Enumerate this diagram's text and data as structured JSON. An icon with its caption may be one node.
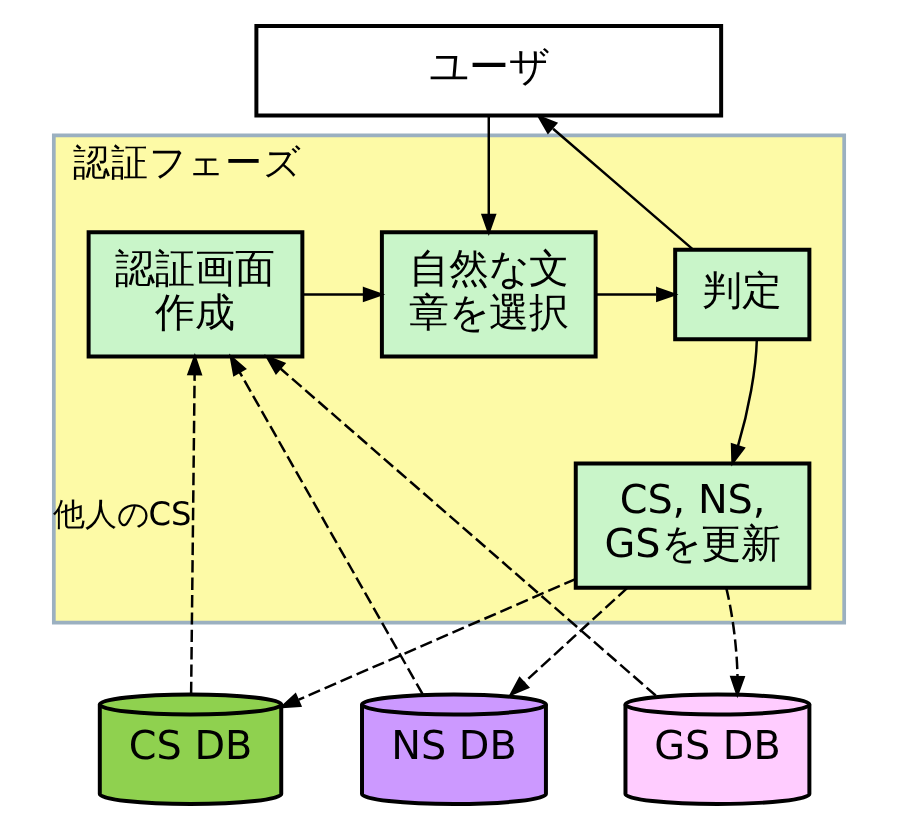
{
  "diagram": {
    "nodes": [
      {
        "text": [
          "ユーザ"
        ]
      },
      {
        "text": [
          "認証フェーズ"
        ]
      },
      {
        "text": [
          "認証画面作成"
        ],
        "in": 1
      },
      {
        "text": [
          "自然な文章を選択"
        ],
        "in": 1
      },
      {
        "text": [
          "判定"
        ],
        "in": 1
      },
      {
        "text": [
          "CS, NS, GSを更新"
        ],
        "in": 1
      },
      {
        "text": [
          "CS DB"
        ]
      },
      {
        "text": [
          "NS DB"
        ]
      },
      {
        "text": [
          "GS DB"
        ]
      }
    ],
    "edges": [
      {
        "from": 0,
        "to": 3,
        "arrow": "to"
      },
      {
        "from": 2,
        "to": 3,
        "arrow": "to"
      },
      {
        "from": 3,
        "to": 4,
        "arrow": "to"
      },
      {
        "from": 4,
        "to": 0,
        "arrow": "to"
      },
      {
        "from": 4,
        "to": 5,
        "arrow": "to"
      },
      {
        "from": 6,
        "to": 2,
        "arrow": "to",
        "style": "dashed",
        "label": "他人のCS"
      },
      {
        "from": 7,
        "to": 2,
        "arrow": "to",
        "style": "dashed"
      },
      {
        "from": 8,
        "to": 2,
        "arrow": "to",
        "style": "dashed"
      },
      {
        "from": 5,
        "to": 6,
        "arrow": "to",
        "style": "dashed"
      },
      {
        "from": 5,
        "to": 7,
        "arrow": "to",
        "style": "dashed"
      },
      {
        "from": 5,
        "to": 8,
        "arrow": "to",
        "style": "dashed"
      }
    ]
  }
}
